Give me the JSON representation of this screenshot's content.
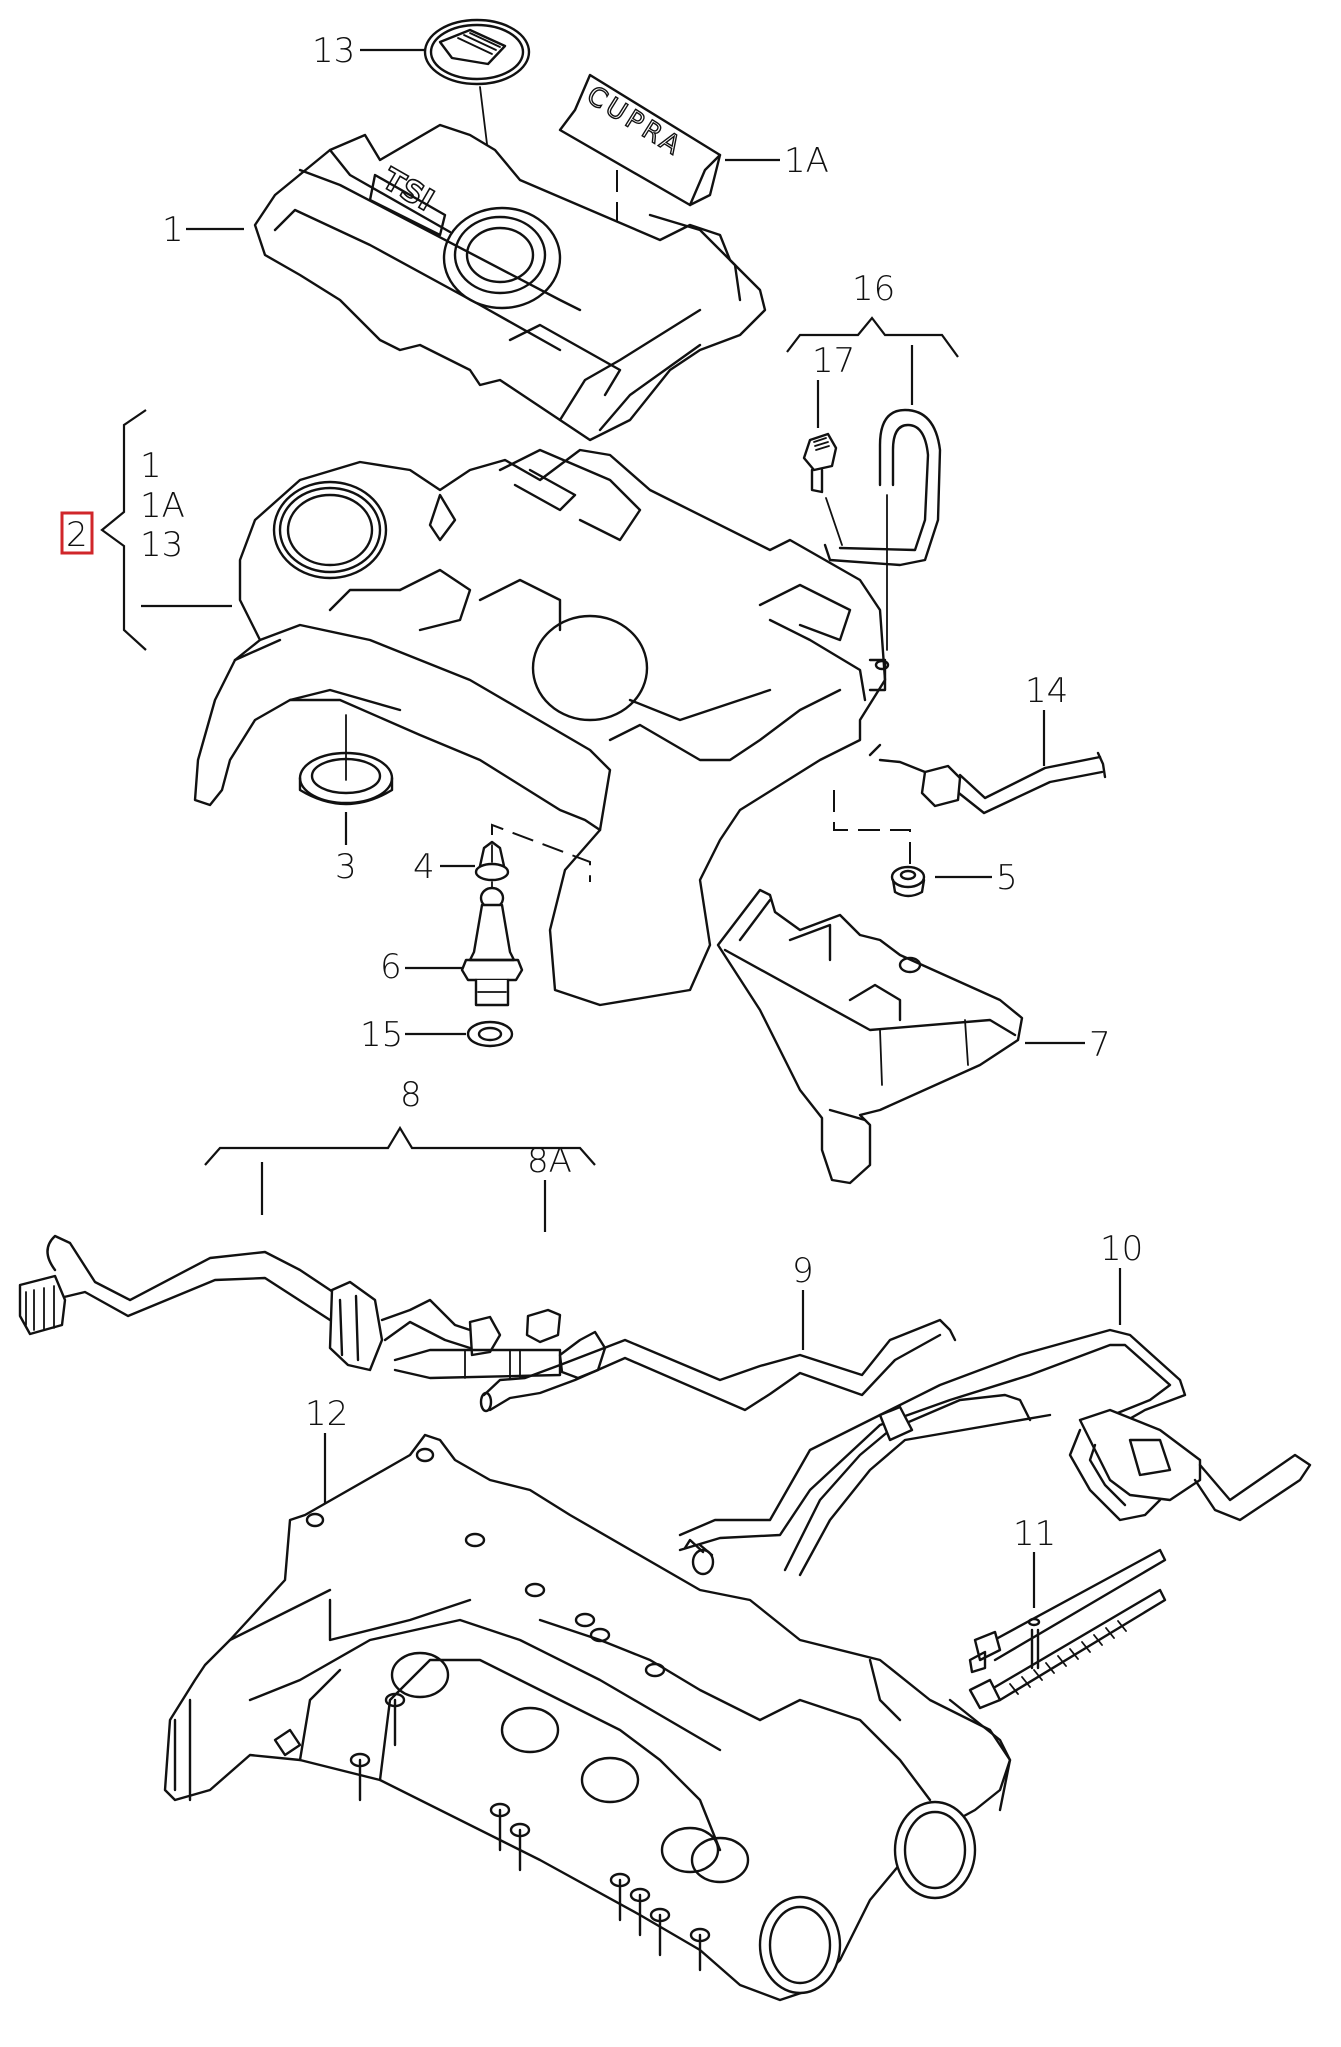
{
  "diagram": {
    "title": "Engine cover and intake manifold parts diagram",
    "highlight_color": "#d0262a",
    "line_color": "#111111",
    "background": "#ffffff",
    "cover_texts": {
      "tsi": "TSI",
      "cupra": "CUPRA"
    },
    "callouts": {
      "p13": "13",
      "p1a": "1A",
      "p1": "1",
      "p16": "16",
      "p17": "17",
      "p2": "2",
      "p2_members": [
        "1",
        "1A",
        "13"
      ],
      "p14": "14",
      "p3": "3",
      "p4": "4",
      "p5": "5",
      "p6": "6",
      "p15": "15",
      "p7": "7",
      "p8": "8",
      "p8a": "8A",
      "p9": "9",
      "p10": "10",
      "p11": "11",
      "p12": "12"
    },
    "highlighted_callout": "2"
  }
}
